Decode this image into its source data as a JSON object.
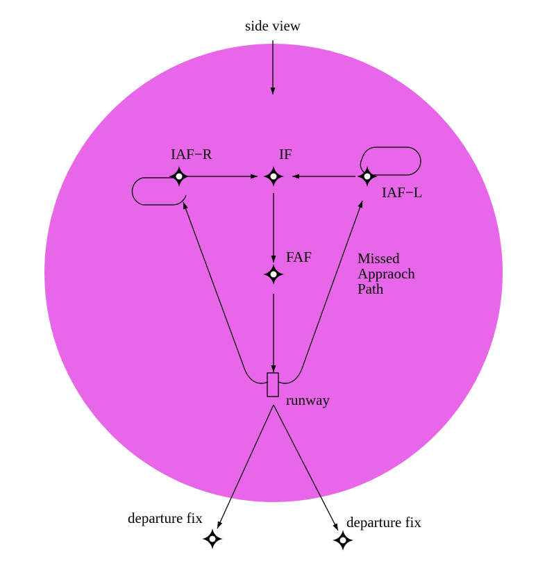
{
  "labels": {
    "side_view": "side view",
    "iaf_r": "IAF−R",
    "if": "IF",
    "iaf_l": "IAF−L",
    "faf": "FAF",
    "missed_line1": "Missed",
    "missed_line2": "Appraoch",
    "missed_line3": "Path",
    "runway": "runway",
    "departure_fix_left": "departure fix",
    "departure_fix_right": "departure fix"
  },
  "colors": {
    "airspace_fill": "#e866e8",
    "ink": "#000000",
    "fix_center": "#ffffff"
  },
  "icons": {
    "fix": "four-point-star-waypoint-icon"
  }
}
